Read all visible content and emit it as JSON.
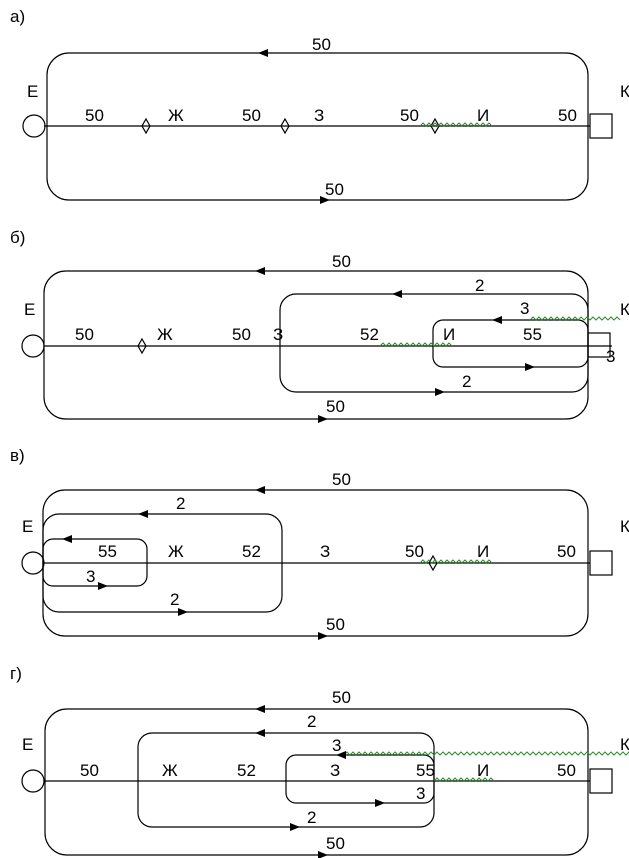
{
  "panels": [
    {
      "panel_label": "а)",
      "loop_outer_top": "50",
      "loop_outer_bottom": "50",
      "node_e": "Е",
      "node_k": "К",
      "segment_labels": [
        "50",
        "50",
        "50",
        "50"
      ],
      "node_labels": [
        "Ж",
        "З",
        "И"
      ]
    },
    {
      "panel_label": "б)",
      "loop_outer_top": "50",
      "loop_outer_bottom": "50",
      "loop_middle_top": "2",
      "loop_middle_bottom": "2",
      "loop_inner_top": "3",
      "loop_inner_right": "3",
      "node_e": "Е",
      "node_k": "К",
      "segment_labels": [
        "50",
        "50",
        "52",
        "55"
      ],
      "node_labels": [
        "Ж",
        "З",
        "И"
      ]
    },
    {
      "panel_label": "в)",
      "loop_outer_top": "50",
      "loop_outer_bottom": "50",
      "loop_middle_top": "2",
      "loop_middle_bottom": "2",
      "loop_inner_bottom": "3",
      "node_e": "Е",
      "node_k": "К",
      "segment_labels": [
        "55",
        "52",
        "50",
        "50"
      ],
      "node_labels": [
        "Ж",
        "З",
        "И"
      ]
    },
    {
      "panel_label": "г)",
      "loop_outer_top": "50",
      "loop_outer_bottom": "50",
      "loop_middle_top": "2",
      "loop_middle_bottom": "2",
      "loop_inner_top": "3",
      "loop_inner_bottom": "3",
      "node_e": "Е",
      "node_k": "К",
      "segment_labels": [
        "50",
        "52",
        "55",
        "50"
      ],
      "node_labels": [
        "Ж",
        "З",
        "И"
      ]
    }
  ],
  "colors": {
    "line": "#000000",
    "wavy": "#2e8b2e",
    "background": "#ffffff"
  }
}
